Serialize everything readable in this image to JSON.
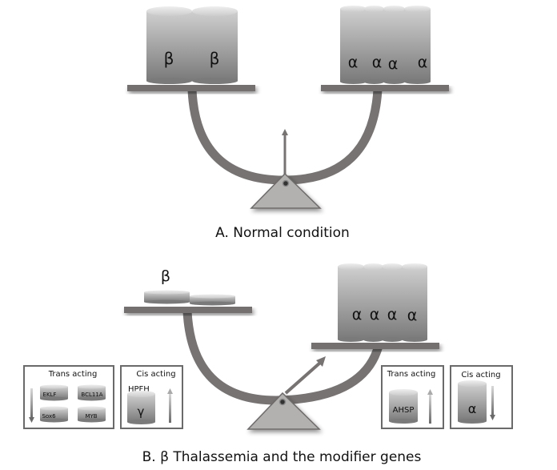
{
  "panel_a": {
    "caption": "A. Normal condition",
    "left_pan": {
      "cylinders": [
        "β",
        "β"
      ]
    },
    "right_pan": {
      "cylinders": [
        "α",
        "α",
        "α",
        "α"
      ]
    },
    "arrow_direction": "up"
  },
  "panel_b": {
    "caption": "B. β Thalassemia and the modifier genes",
    "left_pan": {
      "label": "β",
      "discs": 2
    },
    "right_pan": {
      "cylinders": [
        "α",
        "α",
        "α",
        "α"
      ]
    },
    "arrow_direction": "up-right",
    "boxes": [
      {
        "title": "Trans acting",
        "genes": [
          "EKLF",
          "BCL11A",
          "Sox6",
          "MYB"
        ],
        "arrow": "down"
      },
      {
        "title": "Cis acting",
        "label": "HPFH",
        "gene": "γ",
        "arrow": "up"
      },
      {
        "title": "Trans acting",
        "gene": "AHSP",
        "arrow": "up"
      },
      {
        "title": "Cis acting",
        "gene": "α",
        "arrow": "down"
      }
    ]
  }
}
